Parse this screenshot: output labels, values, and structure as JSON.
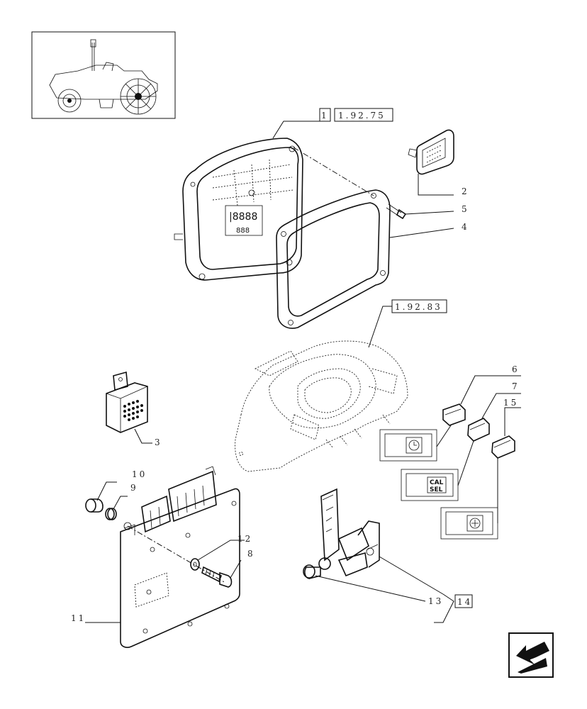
{
  "refs": {
    "ref_1": "1",
    "ref_1_92_75": "1.92.75",
    "ref_1_92_83": "1.92.83",
    "ref_14": "14"
  },
  "callouts": {
    "c2": "2",
    "c3": "3",
    "c4": "4",
    "c5": "5",
    "c6": "6",
    "c7": "7",
    "c8": "8",
    "c9": "9",
    "c10": "10",
    "c11": "11",
    "c12": "12",
    "c13": "13",
    "c15": "15"
  },
  "switch_labels": {
    "cal": "CAL",
    "sel": "SEL"
  },
  "icons": {
    "thumbnail": "tractor-thumbnail",
    "nav": "back-arrow-icon"
  }
}
